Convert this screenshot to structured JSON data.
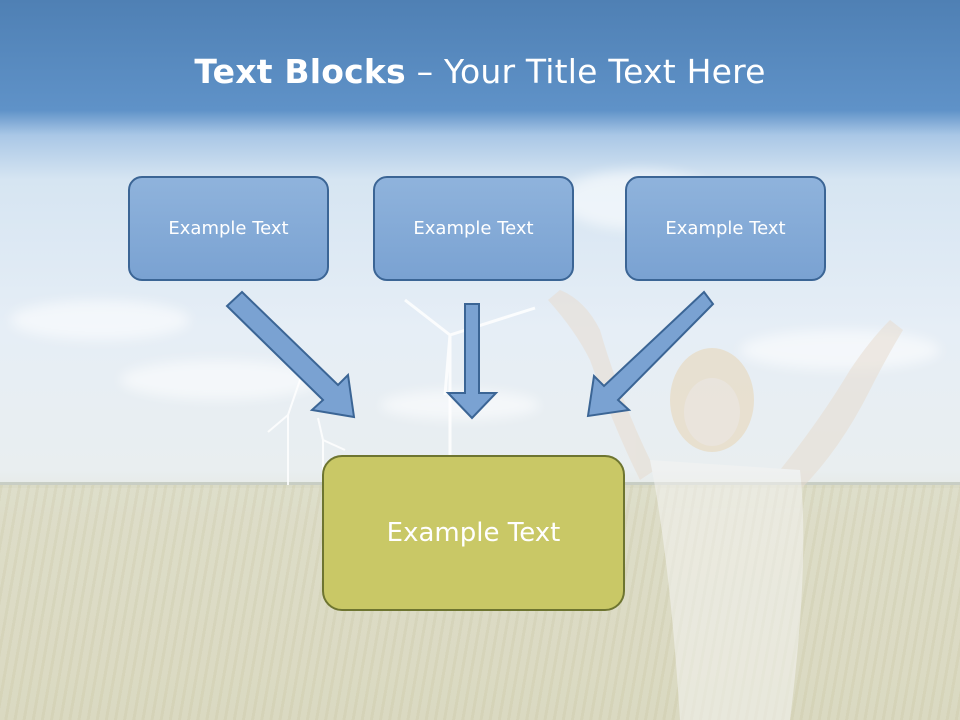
{
  "title": {
    "bold": "Text Blocks",
    "rest": " – Your Title Text Here"
  },
  "blocks": [
    {
      "label": "Example Text"
    },
    {
      "label": "Example Text"
    },
    {
      "label": "Example Text"
    }
  ],
  "main_block": {
    "label": "Example Text"
  },
  "colors": {
    "header_blue": "#5f92c8",
    "box_fill": "#7aa2d2",
    "box_border": "#3b6595",
    "main_fill": "#c9c866",
    "main_border": "#6e7530",
    "arrow_fill": "#7aa2d2"
  }
}
